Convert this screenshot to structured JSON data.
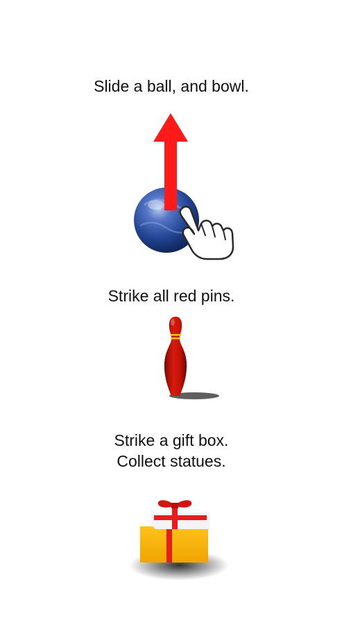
{
  "tutorial": {
    "step1": {
      "text": "Slide a ball, and bowl."
    },
    "step2": {
      "text": "Strike all red pins."
    },
    "step3": {
      "line1": "Strike a gift box.",
      "line2": "Collect statues."
    }
  },
  "colors": {
    "background": "#ffffff",
    "arrow": "#ff1a1a",
    "ball": "#2c4f9e",
    "pin": "#c41208",
    "pin_stripe": "#f5c518",
    "gift_box": "#ffb400",
    "gift_ribbon": "#e81c1c"
  },
  "icons": [
    "up-arrow-icon",
    "bowling-ball-icon",
    "pointing-hand-icon",
    "bowling-pin-icon",
    "gift-box-icon"
  ]
}
